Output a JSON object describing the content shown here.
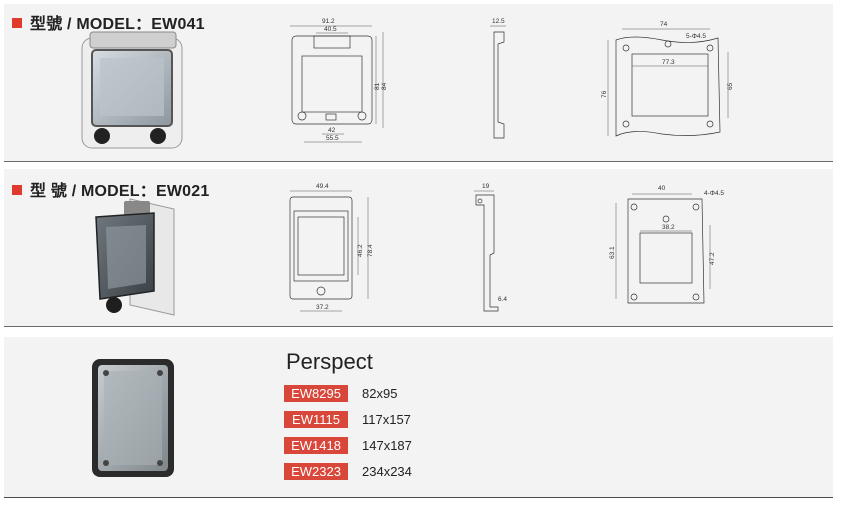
{
  "ew041": {
    "title": "型號 / MODEL：EW041",
    "dims": {
      "w_outer": "91.2",
      "w_inner": "40.5",
      "h_inner": "81",
      "h_outer": "84",
      "w_bottom_a": "42",
      "w_bottom_b": "55.5",
      "depth": "12.5",
      "rear_w": "74",
      "rear_hole": "5-Φ4.5",
      "rear_inner": "77.3",
      "rear_h": "76",
      "rear_h2": "65"
    }
  },
  "ew021": {
    "title": "型 號 / MODEL：EW021",
    "dims": {
      "w_outer": "49.4",
      "h_inner": "46.2",
      "h_outer": "78.4",
      "w_bottom": "37.2",
      "depth": "19",
      "depth_b": "6.4",
      "rear_w": "40",
      "rear_hole": "4-Φ4.5",
      "rear_inner": "38.2",
      "rear_h": "63.1",
      "rear_h2": "47.2"
    }
  },
  "perspect": {
    "heading": "Perspect",
    "items": [
      {
        "code": "EW8295",
        "size": "82x95"
      },
      {
        "code": "EW1115",
        "size": "117x157"
      },
      {
        "code": "EW1418",
        "size": "147x187"
      },
      {
        "code": "EW2323",
        "size": "234x234"
      }
    ]
  },
  "colors": {
    "accent": "#e03a2c",
    "badge": "#d9463a",
    "panel": "#f3f3f3"
  }
}
